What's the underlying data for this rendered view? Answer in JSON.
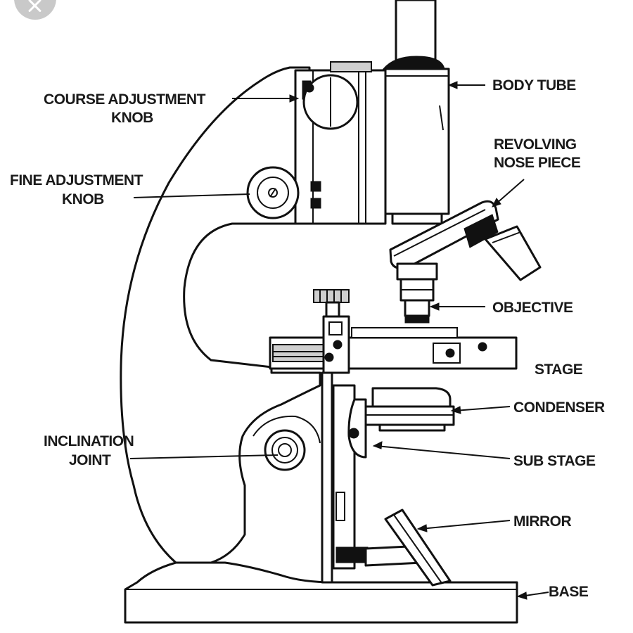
{
  "labels": {
    "body_tube": "BODY TUBE",
    "course_adjustment_1": "COURSE ADJUSTMENT",
    "course_adjustment_2": "KNOB",
    "revolving_1": "REVOLVING",
    "revolving_2": "NOSE PIECE",
    "fine_adjustment_1": "FINE ADJUSTMENT",
    "fine_adjustment_2": "KNOB",
    "objective": "OBJECTIVE",
    "stage": "STAGE",
    "condenser": "CONDENSER",
    "inclination_1": "INCLINATION",
    "inclination_2": "JOINT",
    "sub_stage": "SUB STAGE",
    "mirror": "MIRROR",
    "base": "BASE"
  }
}
